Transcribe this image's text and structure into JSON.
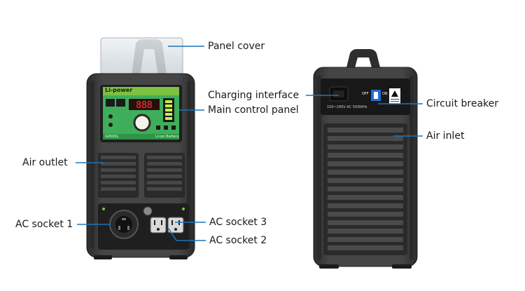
{
  "labels": {
    "panel_cover": "Panel cover",
    "main_control_panel": "Main control panel",
    "air_outlet": "Air outlet",
    "ac_socket_1": "AC socket 1",
    "ac_socket_2": "AC socket 2",
    "ac_socket_3": "AC socket 3",
    "charging_interface": "Charging interface",
    "circuit_breaker": "Circuit breaker",
    "air_inlet": "Air inlet"
  },
  "front": {
    "brand": "Li-power",
    "model": "G4500L",
    "battery_text": "Li-ion Battery"
  },
  "back": {
    "voltage_text": "100~240V AC 50/60Hz",
    "breaker_off": "OFF",
    "breaker_on": "ON"
  },
  "colors": {
    "body": "#3b3b3b",
    "body_dark": "#262626",
    "accent_green": "#7cc242",
    "leader_blue": "#1b75bc"
  }
}
